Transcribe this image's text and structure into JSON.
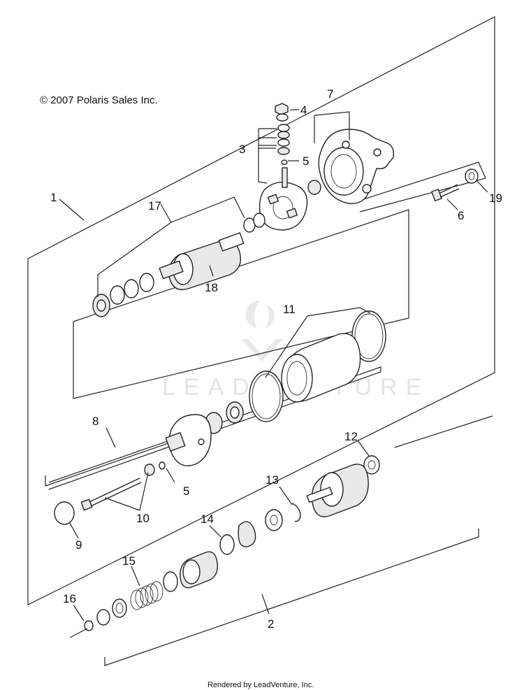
{
  "copyright": "© 2007 Polaris Sales Inc.",
  "footer": "Rendered by LeadVenture, Inc.",
  "watermark": "LEADVENTURE",
  "callouts": [
    "1",
    "2",
    "3",
    "4",
    "5",
    "5",
    "6",
    "7",
    "8",
    "9",
    "10",
    "11",
    "12",
    "13",
    "14",
    "15",
    "16",
    "17",
    "18",
    "19"
  ]
}
